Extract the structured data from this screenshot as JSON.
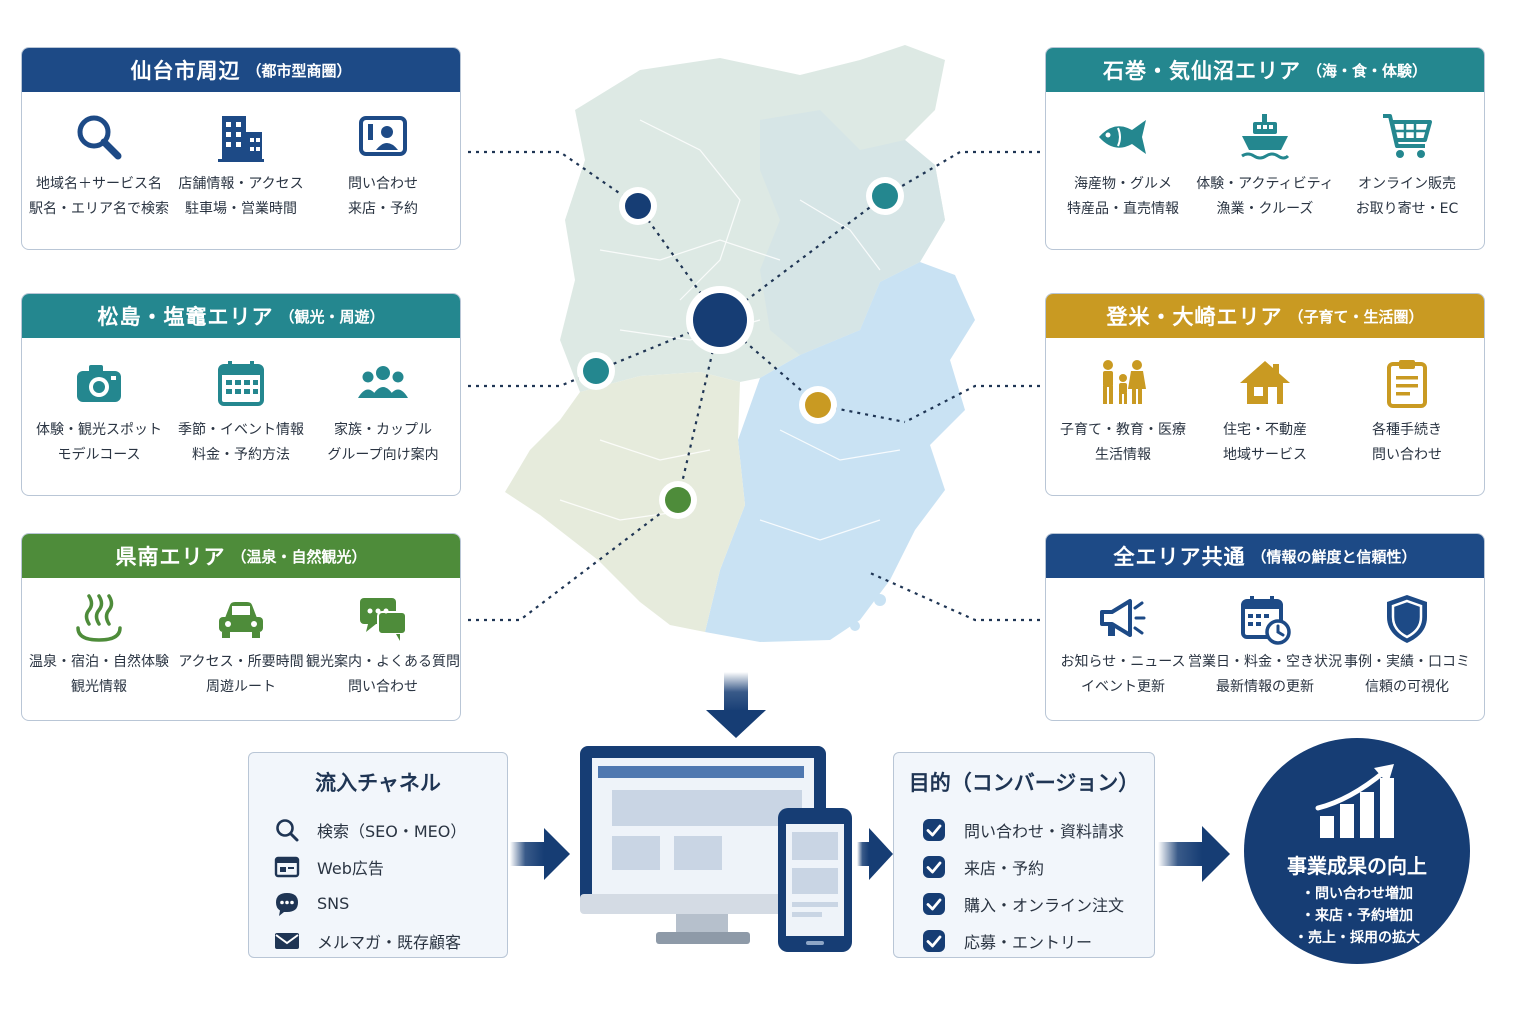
{
  "areas": {
    "sendai": {
      "title": "仙台市周辺",
      "subtitle": "（都市型商圏）",
      "color": "#1d4a86",
      "items": [
        {
          "icon": "search-icon",
          "line1": "地域名＋サービス名",
          "line2": "駅名・エリア名で検索"
        },
        {
          "icon": "building-icon",
          "line1": "店舗情報・アクセス",
          "line2": "駐車場・営業時間"
        },
        {
          "icon": "contact-card-icon",
          "line1": "問い合わせ",
          "line2": "来店・予約"
        }
      ]
    },
    "matsushima": {
      "title": "松島・塩竈エリア",
      "subtitle": "（観光・周遊）",
      "color": "#24878f",
      "items": [
        {
          "icon": "camera-icon",
          "line1": "体験・観光スポット",
          "line2": "モデルコース"
        },
        {
          "icon": "calendar-icon",
          "line1": "季節・イベント情報",
          "line2": "料金・予約方法"
        },
        {
          "icon": "group-icon",
          "line1": "家族・カップル",
          "line2": "グループ向け案内"
        }
      ]
    },
    "kennan": {
      "title": "県南エリア",
      "subtitle": "（温泉・自然観光）",
      "color": "#4e8c3a",
      "items": [
        {
          "icon": "hot-spring-icon",
          "line1": "温泉・宿泊・自然体験",
          "line2": "観光情報"
        },
        {
          "icon": "car-icon",
          "line1": "アクセス・所要時間",
          "line2": "周遊ルート"
        },
        {
          "icon": "chat-icon",
          "line1": "観光案内・よくある質問",
          "line2": "問い合わせ"
        }
      ]
    },
    "ishinomaki": {
      "title": "石巻・気仙沼エリア",
      "subtitle": "（海・食・体験）",
      "color": "#24878f",
      "items": [
        {
          "icon": "fish-icon",
          "line1": "海産物・グルメ",
          "line2": "特産品・直売情報"
        },
        {
          "icon": "boat-icon",
          "line1": "体験・アクティビティ",
          "line2": "漁業・クルーズ"
        },
        {
          "icon": "cart-icon",
          "line1": "オンライン販売",
          "line2": "お取り寄せ・EC"
        }
      ]
    },
    "tome": {
      "title": "登米・大崎エリア",
      "subtitle": "（子育て・生活圏）",
      "color": "#c99a22",
      "items": [
        {
          "icon": "family-icon",
          "line1": "子育て・教育・医療",
          "line2": "生活情報"
        },
        {
          "icon": "house-icon",
          "line1": "住宅・不動産",
          "line2": "地域サービス"
        },
        {
          "icon": "clipboard-icon",
          "line1": "各種手続き",
          "line2": "問い合わせ"
        }
      ]
    },
    "common": {
      "title": "全エリア共通",
      "subtitle": "（情報の鮮度と信頼性）",
      "color": "#1d4a86",
      "items": [
        {
          "icon": "megaphone-icon",
          "line1": "お知らせ・ニュース",
          "line2": "イベント更新"
        },
        {
          "icon": "calendar-clock-icon",
          "line1": "営業日・料金・空き状況",
          "line2": "最新情報の更新"
        },
        {
          "icon": "shield-icon",
          "line1": "事例・実績・口コミ",
          "line2": "信頼の可視化"
        }
      ]
    }
  },
  "channels": {
    "title": "流入チャネル",
    "items": [
      {
        "icon": "search-icon",
        "label": "検索（SEO・MEO）"
      },
      {
        "icon": "browser-icon",
        "label": "Web広告"
      },
      {
        "icon": "speech-bubble-icon",
        "label": "SNS"
      },
      {
        "icon": "envelope-icon",
        "label": "メルマガ・既存顧客"
      }
    ]
  },
  "goals": {
    "title": "目的（コンバージョン）",
    "items": [
      {
        "icon": "check-icon",
        "label": "問い合わせ・資料請求"
      },
      {
        "icon": "check-icon",
        "label": "来店・予約"
      },
      {
        "icon": "check-icon",
        "label": "購入・オンライン注文"
      },
      {
        "icon": "check-icon",
        "label": "応募・エントリー"
      }
    ]
  },
  "result": {
    "title": "事業成果の向上",
    "items": [
      "・問い合わせ増加",
      "・来店・予約増加",
      "・売上・採用の拡大"
    ]
  },
  "colors": {
    "navy": "#163d74",
    "teal": "#24878f",
    "green": "#4e8c3a",
    "gold": "#c99a22",
    "panel_bg": "#f2f6fb",
    "border": "#b9c6d6"
  }
}
